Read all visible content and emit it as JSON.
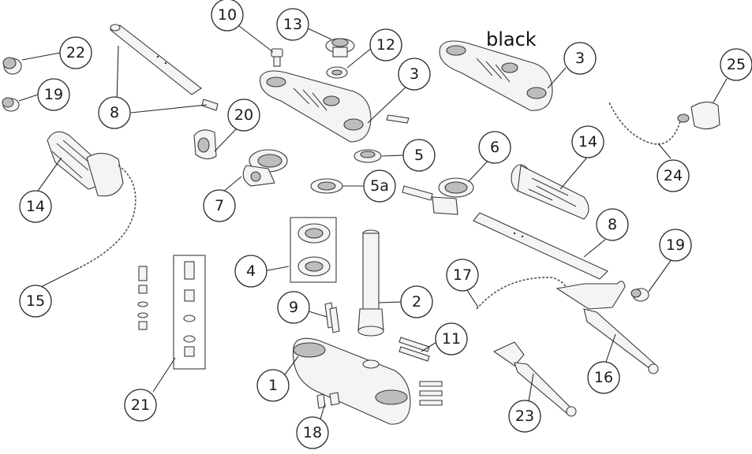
{
  "diagram": {
    "note": "black",
    "callouts": [
      "10",
      "13",
      "12",
      "3",
      "3",
      "22",
      "19",
      "8",
      "20",
      "25",
      "24",
      "5",
      "6",
      "14",
      "5a",
      "7",
      "14",
      "15",
      "4",
      "8",
      "17",
      "19",
      "9",
      "2",
      "11",
      "1",
      "16",
      "21",
      "18",
      "23"
    ]
  }
}
